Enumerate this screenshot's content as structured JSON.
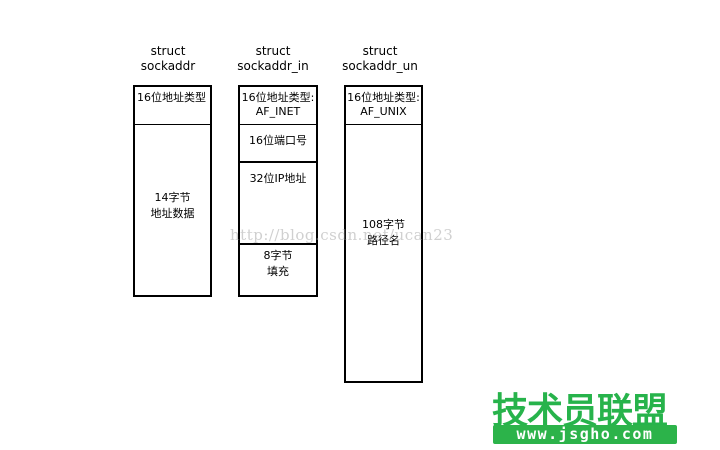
{
  "structs": [
    {
      "title_line1": "struct",
      "title_line2": "sockaddr",
      "fields": [
        "16位地址类型",
        "14字节",
        "地址数据"
      ]
    },
    {
      "title_line1": "struct",
      "title_line2": "sockaddr_in",
      "fields": [
        "16位地址类型:",
        "AF_INET",
        "16位端口号",
        "32位IP地址",
        "8字节",
        "填充"
      ]
    },
    {
      "title_line1": "struct",
      "title_line2": "sockaddr_un",
      "fields": [
        "16位地址类型:",
        "AF_UNIX",
        "108字节",
        "路径名"
      ]
    }
  ],
  "watermark": "http://blog.csdn.net/ucan23",
  "logo": {
    "text": "技术员联盟",
    "url": "www.jsgho.com",
    "color": "#2cb34a"
  }
}
